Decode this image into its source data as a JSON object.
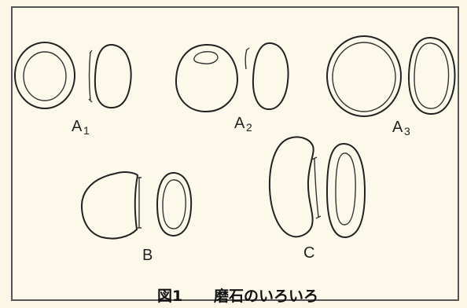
{
  "figure": {
    "caption_number": "図1",
    "caption_title": "磨石のいろいろ"
  },
  "items": {
    "a1": {
      "letter": "A",
      "sub": "1"
    },
    "a2": {
      "letter": "A",
      "sub": "2"
    },
    "a3": {
      "letter": "A",
      "sub": "3"
    },
    "b": {
      "letter": "B"
    },
    "c": {
      "letter": "C"
    }
  }
}
